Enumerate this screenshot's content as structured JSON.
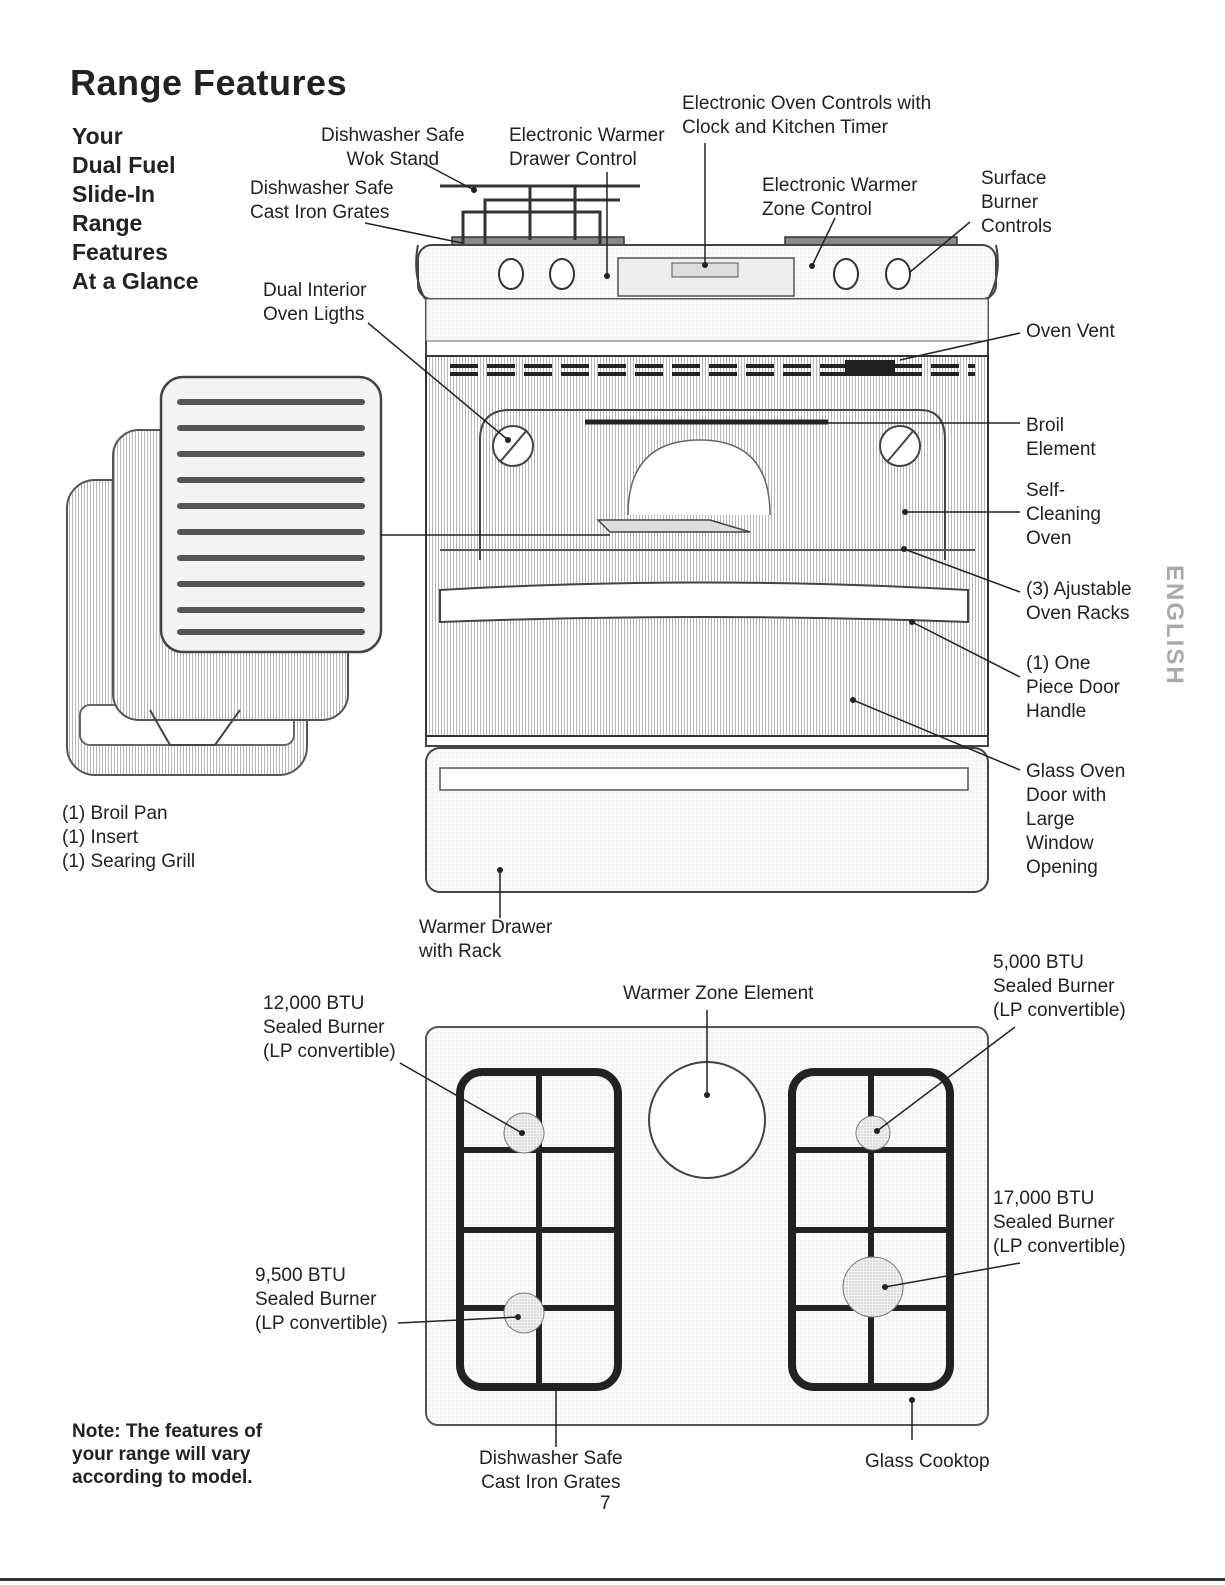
{
  "page": {
    "title": "Range Features",
    "subtitle": "Your\nDual Fuel\nSlide-In\nRange\nFeatures\nAt a Glance",
    "side_tab": "ENGLISH",
    "note": "Note: The features of\nyour range will vary\naccording to model.",
    "page_number": "7"
  },
  "labels": {
    "wok_stand": "Dishwasher Safe\nWok Stand",
    "warmer_drawer_control": "Electronic Warmer\nDrawer Control",
    "oven_controls": "Electronic Oven Controls with\nClock and Kitchen Timer",
    "cast_iron_grates_top": "Dishwasher Safe\nCast Iron Grates",
    "warmer_zone_control": "Electronic Warmer\nZone Control",
    "surface_burner_controls": "Surface\nBurner\nControls",
    "oven_lights": "Dual Interior\nOven Ligths",
    "oven_vent": "Oven Vent",
    "broil_element": "Broil\nElement",
    "self_cleaning": "Self-\nCleaning\nOven",
    "oven_racks": "(3) Ajustable\nOven Racks",
    "door_handle": "(1) One\nPiece Door\nHandle",
    "glass_door": "Glass Oven\nDoor with\nLarge\nWindow\nOpening",
    "broil_pan": "(1) Broil Pan\n(1) Insert\n(1) Searing Grill",
    "warmer_drawer": "Warmer Drawer\nwith Rack",
    "burner_12000": "12,000 BTU\nSealed Burner\n(LP convertible)",
    "warmer_zone_element": "Warmer Zone Element",
    "burner_5000": "5,000 BTU\nSealed Burner\n(LP convertible)",
    "burner_17000": "17,000 BTU\nSealed Burner\n(LP convertible)",
    "burner_9500": "9,500 BTU\nSealed Burner\n(LP convertible)",
    "cast_iron_grates_bottom": "Dishwasher Safe\nCast Iron Grates",
    "glass_cooktop": "Glass Cooktop"
  }
}
